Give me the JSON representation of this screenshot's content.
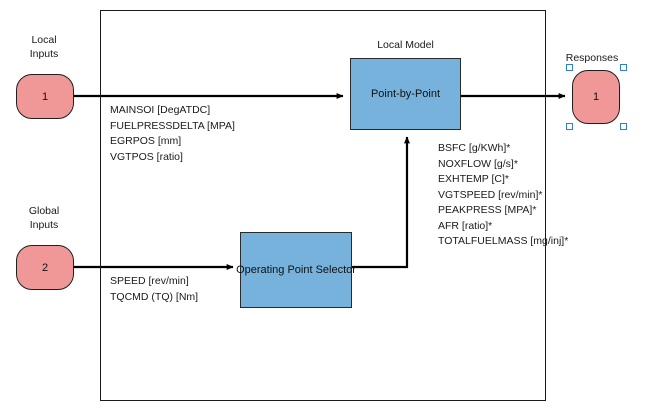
{
  "diagram": {
    "background_color": "#ffffff",
    "frame_color": "#1a1a1a",
    "port_color": "#f09898",
    "block_color": "#77b2dc",
    "selection_color": "#2f7fd0",
    "wire_color": "#000000"
  },
  "ports": {
    "local_inputs": {
      "caption_line1": "Local",
      "caption_line2": "Inputs",
      "number": "1"
    },
    "global_inputs": {
      "caption_line1": "Global",
      "caption_line2": "Inputs",
      "number": "2"
    },
    "responses": {
      "caption": "Responses",
      "number": "1",
      "selected": true
    }
  },
  "blocks": {
    "local_model": {
      "title": "Local Model",
      "label": "Point-by-Point"
    },
    "operating_point_selector": {
      "label": "Operating Point Selector"
    }
  },
  "signals": {
    "local_inputs": [
      "MAINSOI [DegATDC]",
      "FUELPRESSDELTA [MPA]",
      "EGRPOS [mm]",
      "VGTPOS [ratio]"
    ],
    "global_inputs": [
      "SPEED [rev/min]",
      "TQCMD (TQ) [Nm]"
    ],
    "responses": [
      "BSFC [g/KWh]*",
      "NOXFLOW [g/s]*",
      "EXHTEMP [C]*",
      "VGTSPEED [rev/min]*",
      "PEAKPRESS [MPA]*",
      "AFR [ratio]*",
      "TOTALFUELMASS [mg/inj]*"
    ]
  }
}
